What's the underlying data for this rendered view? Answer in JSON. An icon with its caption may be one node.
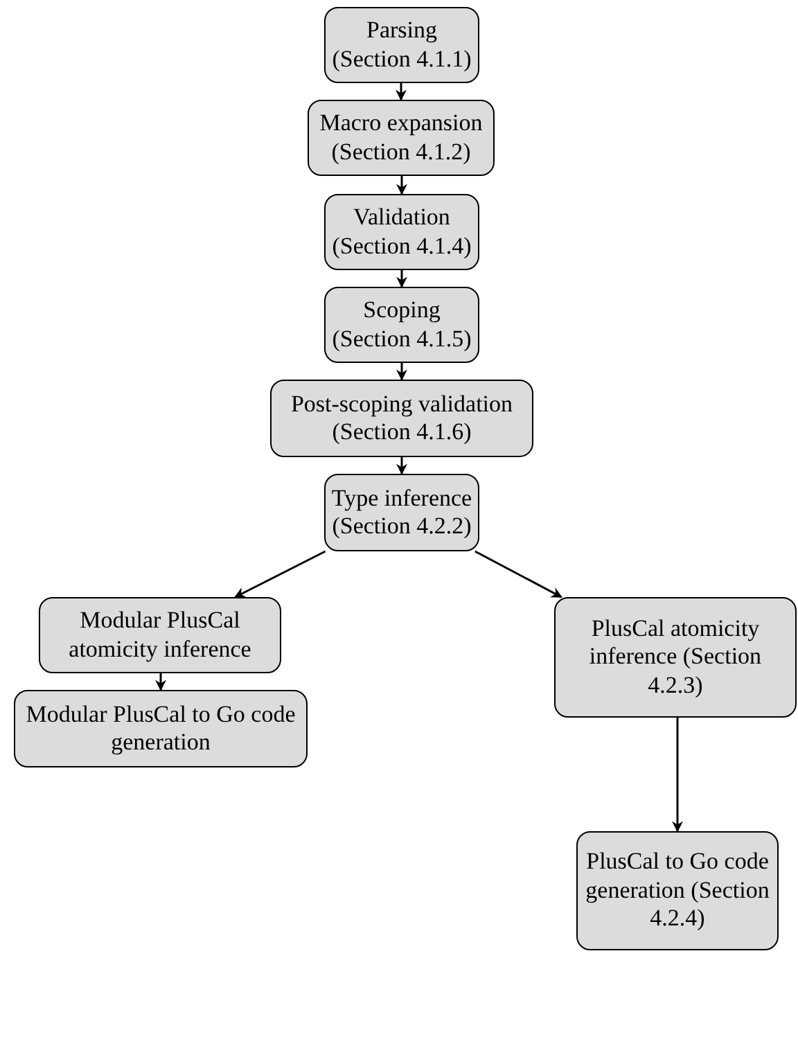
{
  "diagram": {
    "nodes": [
      {
        "text": [
          "Parsing (Section 4.1.1)"
        ]
      },
      {
        "text": [
          "Macro expansion (Section 4.1.2)"
        ]
      },
      {
        "text": [
          "Validation (Section 4.1.4)"
        ]
      },
      {
        "text": [
          "Scoping (Section 4.1.5)"
        ]
      },
      {
        "text": [
          "Post-scoping validation (Section 4.1.6)"
        ]
      },
      {
        "text": [
          "Type inference (Section 4.2.2)"
        ]
      },
      {
        "text": [
          "Modular PlusCal atomicity inference"
        ]
      },
      {
        "text": [
          "PlusCal atomicity inference (Section 4.2.3)"
        ]
      },
      {
        "text": [
          "Modular PlusCal to Go code generation"
        ]
      },
      {
        "text": [
          "PlusCal to Go code generation (Section 4.2.4)"
        ]
      }
    ],
    "edges": [
      {
        "from": 0,
        "to": 1,
        "arrow": "to"
      },
      {
        "from": 1,
        "to": 2,
        "arrow": "to"
      },
      {
        "from": 2,
        "to": 3,
        "arrow": "to"
      },
      {
        "from": 3,
        "to": 4,
        "arrow": "to"
      },
      {
        "from": 4,
        "to": 5,
        "arrow": "to"
      },
      {
        "from": 5,
        "to": 6,
        "arrow": "to"
      },
      {
        "from": 5,
        "to": 7,
        "arrow": "to"
      },
      {
        "from": 6,
        "to": 8,
        "arrow": "to"
      },
      {
        "from": 7,
        "to": 9,
        "arrow": "to"
      }
    ]
  }
}
